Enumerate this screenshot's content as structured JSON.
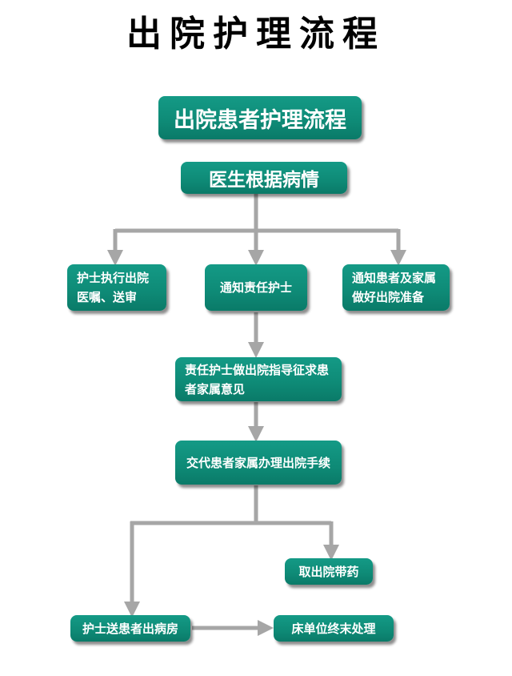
{
  "title": "出院护理流程",
  "nodes": {
    "header": "出院患者护理流程",
    "doctor": "医生根据病情",
    "exec_order": "护士执行出院医嘱、送审",
    "notify_nurse": "通知责任护士",
    "notify_family": "通知患者及家属做好出院准备",
    "guidance": "责任护士做出院指导征求患者家属意见",
    "handover": "交代患者家属办理出院手续",
    "medicine": "取出院带药",
    "escort": "护士送患者出病房",
    "terminal": "床单位终末处理"
  },
  "colors": {
    "box": "#0e8a76",
    "box_text": "#ffffff",
    "arrow": "#a6a6a6",
    "title": "#000000"
  }
}
